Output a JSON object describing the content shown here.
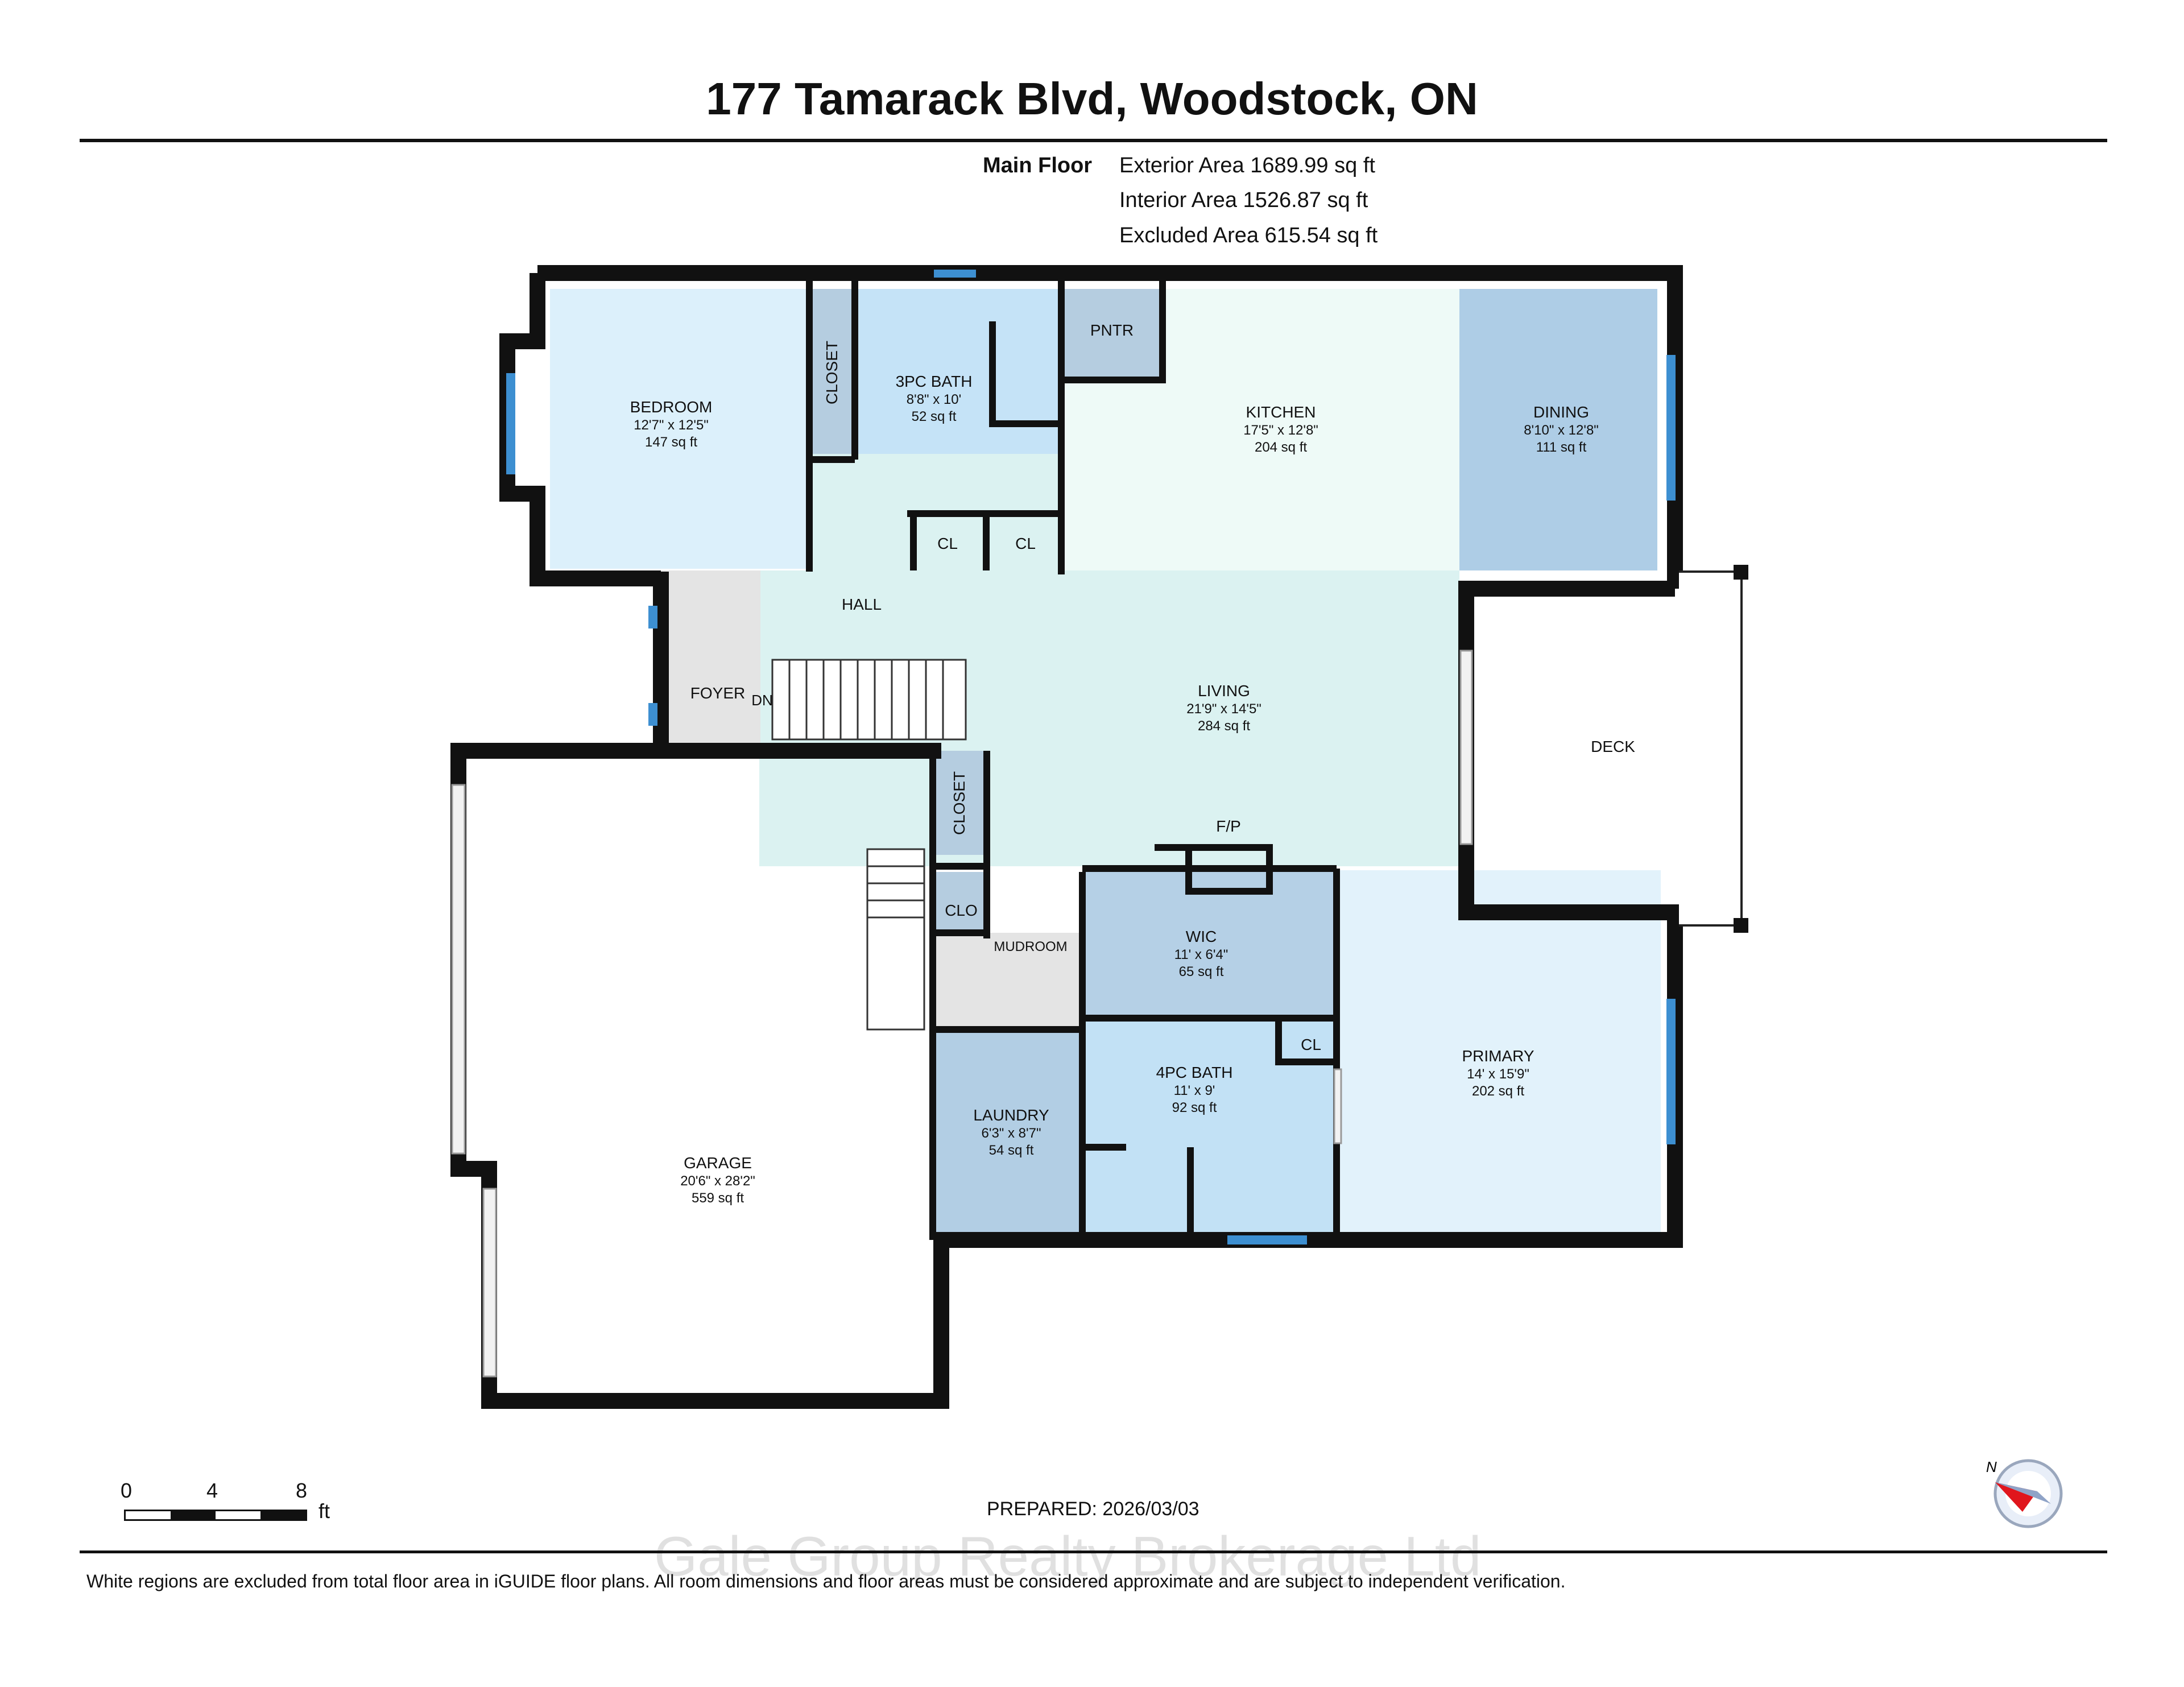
{
  "title": "177 Tamarack Blvd, Woodstock, ON",
  "floor": {
    "name": "Main Floor",
    "stats": [
      "Exterior Area 1689.99 sq ft",
      "Interior Area 1526.87 sq ft",
      "Excluded Area 615.54 sq ft"
    ]
  },
  "rooms": {
    "bedroom": {
      "name": "BEDROOM",
      "dims": "12'7\" x 12'5\"",
      "area": "147 sq ft"
    },
    "bath3": {
      "name": "3PC BATH",
      "dims": "8'8\" x 10'",
      "area": "52 sq ft"
    },
    "kitchen": {
      "name": "KITCHEN",
      "dims": "17'5\" x 12'8\"",
      "area": "204 sq ft"
    },
    "dining": {
      "name": "DINING",
      "dims": "8'10\" x 12'8\"",
      "area": "111 sq ft"
    },
    "living": {
      "name": "LIVING",
      "dims": "21'9\" x 14'5\"",
      "area": "284 sq ft"
    },
    "wic": {
      "name": "WIC",
      "dims": "11' x 6'4\"",
      "area": "65 sq ft"
    },
    "primary": {
      "name": "PRIMARY",
      "dims": "14' x 15'9\"",
      "area": "202 sq ft"
    },
    "bath4": {
      "name": "4PC BATH",
      "dims": "11' x 9'",
      "area": "92 sq ft"
    },
    "laundry": {
      "name": "LAUNDRY",
      "dims": "6'3\" x 8'7\"",
      "area": "54 sq ft"
    },
    "garage": {
      "name": "GARAGE",
      "dims": "20'6\" x 28'2\"",
      "area": "559 sq ft"
    }
  },
  "labels": {
    "closet1": "CLOSET",
    "closet2": "CLOSET",
    "pntr": "PNTR",
    "cl1": "CL",
    "cl2": "CL",
    "cl3": "CL",
    "clo": "CLO",
    "hall": "HALL",
    "foyer": "FOYER",
    "dn": "DN",
    "mudroom": "MUDROOM",
    "fp": "F/P",
    "deck": "DECK"
  },
  "colors": {
    "wall": "#111111",
    "window": "#3d8fd1",
    "bedroom": "#dcf0fb",
    "bath3": "#c5e3f7",
    "kitchen": "#eefaf7",
    "dining": "#aecde6",
    "living": "#dbf2f1",
    "closet": "#b5cde0",
    "foyer": "#e4e4e4",
    "wic": "#b5d0e6",
    "primary": "#e2f2fb",
    "bath4": "#c2e1f5",
    "laundry": "#b2cee4"
  },
  "scale": {
    "ticks": [
      "0",
      "4",
      "8"
    ],
    "unit": "ft"
  },
  "prepared": "PREPARED: 2026/03/03",
  "watermark": "Gale Group Realty Brokerage Ltd",
  "disclaimer": "White regions are excluded from total floor area in iGUIDE floor plans. All room dimensions and floor areas must be considered approximate and are subject to independent verification.",
  "compass": {
    "label": "N",
    "icon": "compass-icon"
  }
}
